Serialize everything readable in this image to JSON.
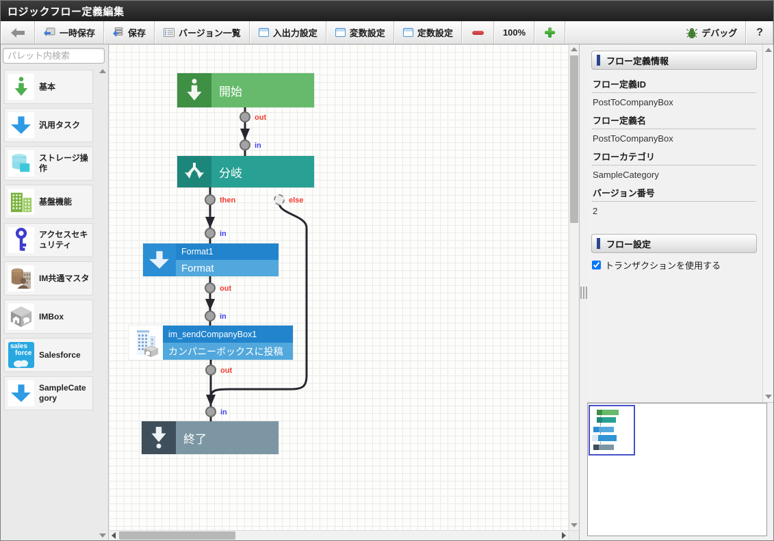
{
  "window_title": "ロジックフロー定義編集",
  "toolbar": {
    "temp_save_label": "一時保存",
    "save_label": "保存",
    "version_list_label": "バージョン一覧",
    "io_settings_label": "入出力設定",
    "variable_settings_label": "変数設定",
    "constant_settings_label": "定数設定",
    "zoom_level": "100%",
    "debug_label": "デバッグ",
    "help_label": "?"
  },
  "palette": {
    "search_placeholder": "パレット内検索",
    "items": [
      {
        "label": "基本",
        "icon": "green-arrow-icon"
      },
      {
        "label": "汎用タスク",
        "icon": "blue-arrow-icon"
      },
      {
        "label": "ストレージ操作",
        "icon": "storage-icon"
      },
      {
        "label": "基盤機能",
        "icon": "platform-icon"
      },
      {
        "label": "アクセスセキュリティ",
        "icon": "key-icon"
      },
      {
        "label": "IM共通マスタ",
        "icon": "master-icon"
      },
      {
        "label": "IMBox",
        "icon": "cube-icon"
      },
      {
        "label": "Salesforce",
        "icon": "salesforce-icon"
      },
      {
        "label": "SampleCategory",
        "icon": "blue-arrow-icon"
      }
    ],
    "salesforce_icon_text": {
      "line1": "sales",
      "line2": "force"
    }
  },
  "canvas": {
    "nodes": {
      "start": {
        "label": "開始"
      },
      "branch": {
        "label": "分岐"
      },
      "format": {
        "name": "Format1",
        "label": "Format"
      },
      "send": {
        "name": "im_sendCompanyBox1",
        "label": "カンパニーボックスに投稿"
      },
      "end": {
        "label": "終了"
      }
    },
    "port_labels": {
      "out": "out",
      "in": "in",
      "then": "then",
      "else": "else"
    }
  },
  "properties": {
    "flow_info_title": "フロー定義情報",
    "fields": [
      {
        "label": "フロー定義ID",
        "value": "PostToCompanyBox"
      },
      {
        "label": "フロー定義名",
        "value": "PostToCompanyBox"
      },
      {
        "label": "フローカテゴリ",
        "value": "SampleCategory"
      },
      {
        "label": "バージョン番号",
        "value": "2"
      }
    ],
    "flow_settings_title": "フロー設定",
    "transaction_label": "トランザクションを使用する",
    "transaction_checked": true
  },
  "colors": {
    "start_icon_bg": "#3f8f44",
    "start_body_bg": "#67ba6b",
    "branch_icon_bg": "#1d867b",
    "branch_body_bg": "#28a094",
    "task_name_bg": "#2184cd",
    "task_label_bg": "#52a8dc",
    "task_icon_bg": "#2b8ed5",
    "end_icon_bg": "#3e4e5a",
    "end_body_bg": "#7c96a3",
    "edge": "#26262e",
    "out_label": "#f43a2e",
    "in_label": "#4242f4",
    "section_accent": "#2c458f",
    "minimap_viewport_border": "#4450c8"
  }
}
